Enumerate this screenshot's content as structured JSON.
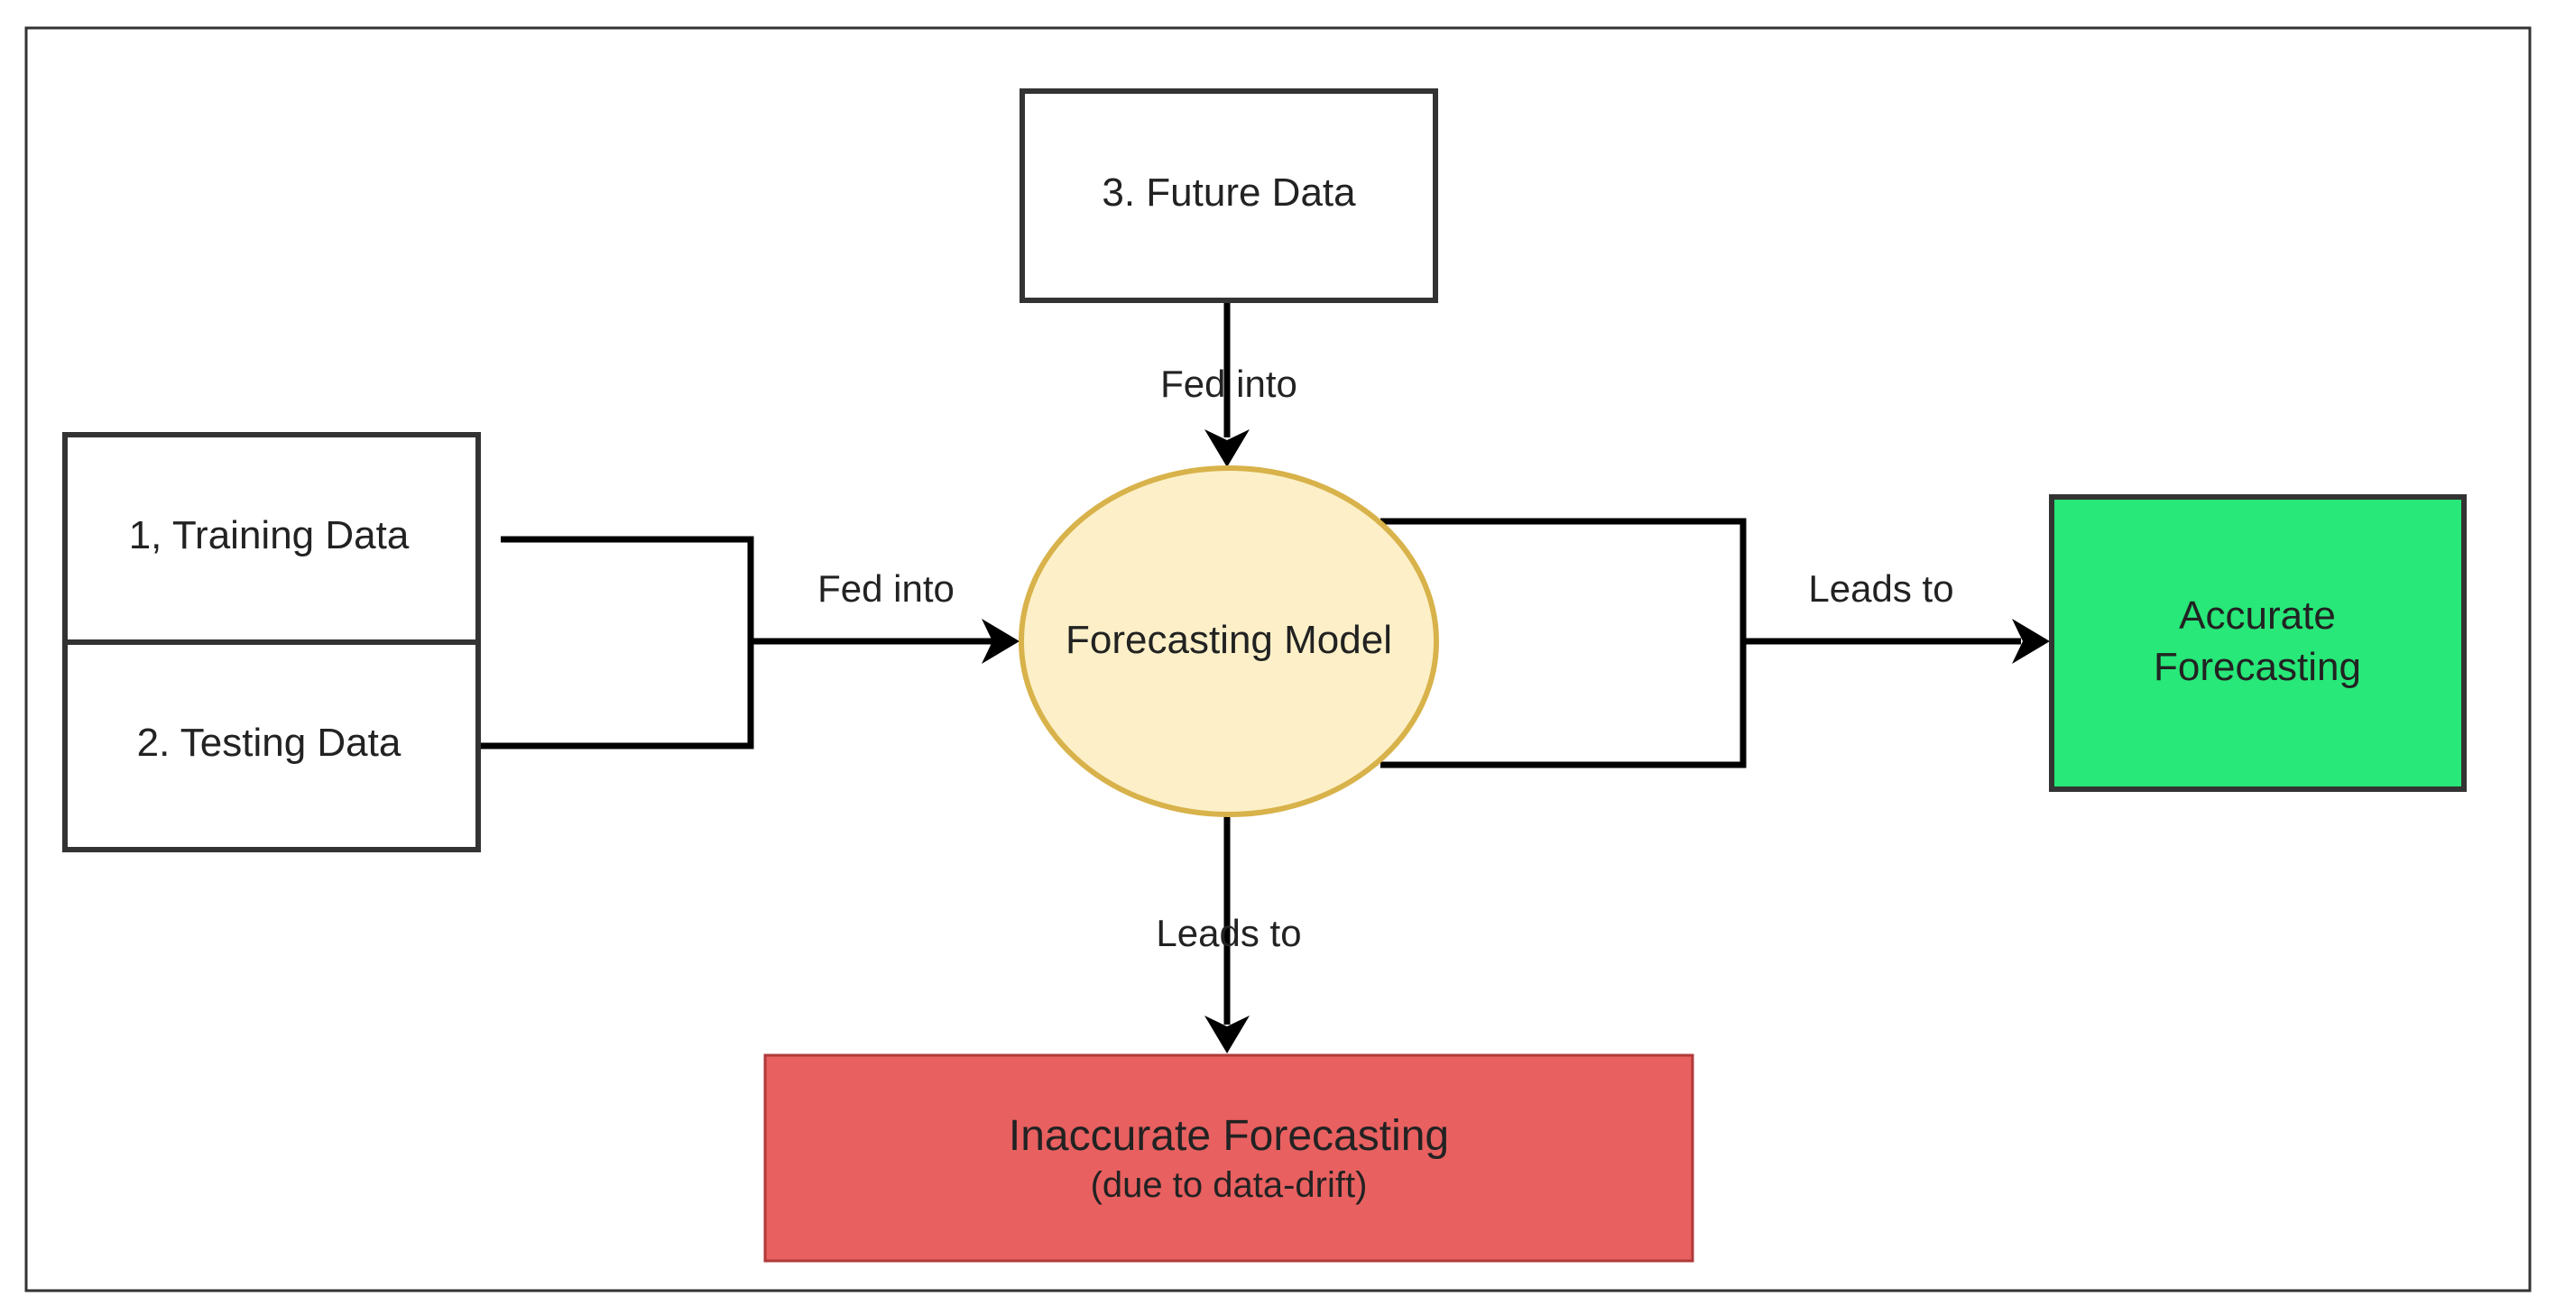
{
  "colors": {
    "frame": "#333333",
    "ellipse_fill": "#fdf0c8",
    "ellipse_stroke": "#d8b24a",
    "accurate_fill": "#27e878",
    "inaccurate_fill": "#e86060",
    "line": "#000000"
  },
  "nodes": {
    "training": "1, Training Data",
    "testing": "2. Testing Data",
    "future": "3. Future Data",
    "model": "Forecasting Model",
    "accurate": {
      "line1": "Accurate",
      "line2": "Forecasting"
    },
    "inaccurate": {
      "line1": "Inaccurate Forecasting",
      "line2": "(due to data-drift)"
    }
  },
  "edges": {
    "inputs_to_model": "Fed into",
    "future_to_model": "Fed into",
    "model_to_accurate": "Leads to",
    "model_to_inaccurate": "Leads to"
  }
}
